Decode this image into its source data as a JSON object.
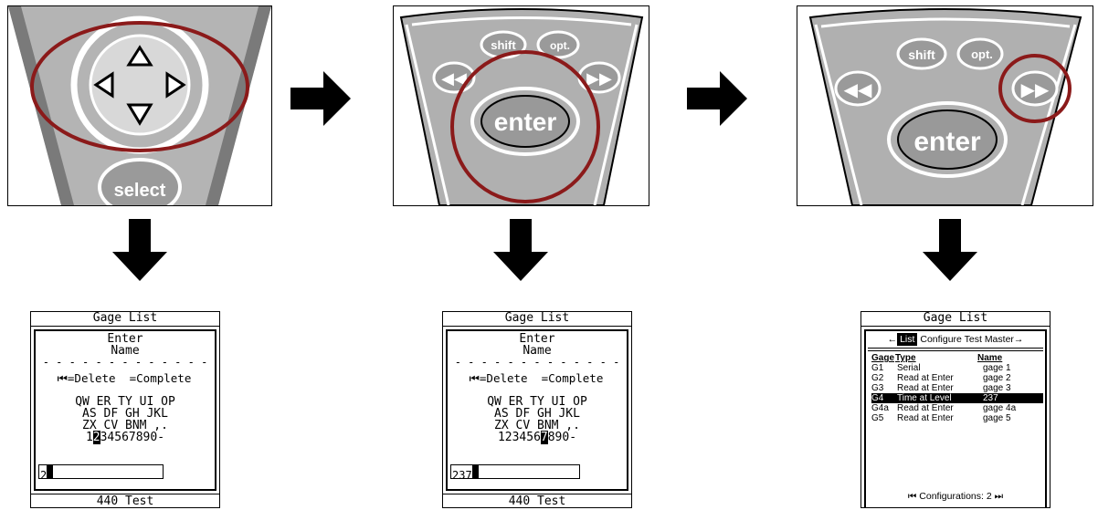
{
  "remotes": [
    {
      "keys": {
        "select": "select"
      }
    },
    {
      "keys": {
        "shift": "shift",
        "opt": "opt.",
        "enter": "enter"
      }
    },
    {
      "keys": {
        "shift": "shift",
        "opt": "opt.",
        "enter": "enter"
      }
    }
  ],
  "screen1": {
    "title": "Gage List",
    "line1": "Enter",
    "line2": "Name",
    "dashes": "- - - - - - - - - - - - -",
    "delete_complete": "=Delete  =Complete",
    "kb1": "QW ER TY UI OP",
    "kb2": "AS DF GH JKL",
    "kb3": "ZX CV BNM ,.",
    "kb4_pre": "1",
    "kb4_sel": "2",
    "kb4_post": "34567890-",
    "entry": "2",
    "footer": "440 Test"
  },
  "screen2": {
    "title": "Gage List",
    "line1": "Enter",
    "line2": "Name",
    "dashes": "- - - - - - - - - - - - -",
    "delete_complete": "=Delete  =Complete",
    "kb1": "QW ER TY UI OP",
    "kb2": "AS DF GH JKL",
    "kb3": "ZX CV BNM ,.",
    "kb4_pre": "123456",
    "kb4_sel": "7",
    "kb4_post": "890-",
    "entry": "237",
    "footer": "440 Test"
  },
  "screen3": {
    "title": "Gage List",
    "tabs": [
      "List",
      "Configure",
      "Test",
      "Master"
    ],
    "headers": {
      "gage": "Gage",
      "type": "Type",
      "name": "Name"
    },
    "rows": [
      {
        "gage": "G1",
        "type": "Serial",
        "name": "gage 1"
      },
      {
        "gage": "G2",
        "type": "Read at Enter",
        "name": "gage 2"
      },
      {
        "gage": "G3",
        "type": "Read at Enter",
        "name": "gage 3"
      },
      {
        "gage": "G4",
        "type": "Time at Level",
        "name": "237"
      },
      {
        "gage": "G4a",
        "type": "Read at Enter",
        "name": "gage 4a"
      },
      {
        "gage": "G5",
        "type": "Read at Enter",
        "name": "gage 5"
      }
    ],
    "configurations": "Configurations: 2"
  }
}
